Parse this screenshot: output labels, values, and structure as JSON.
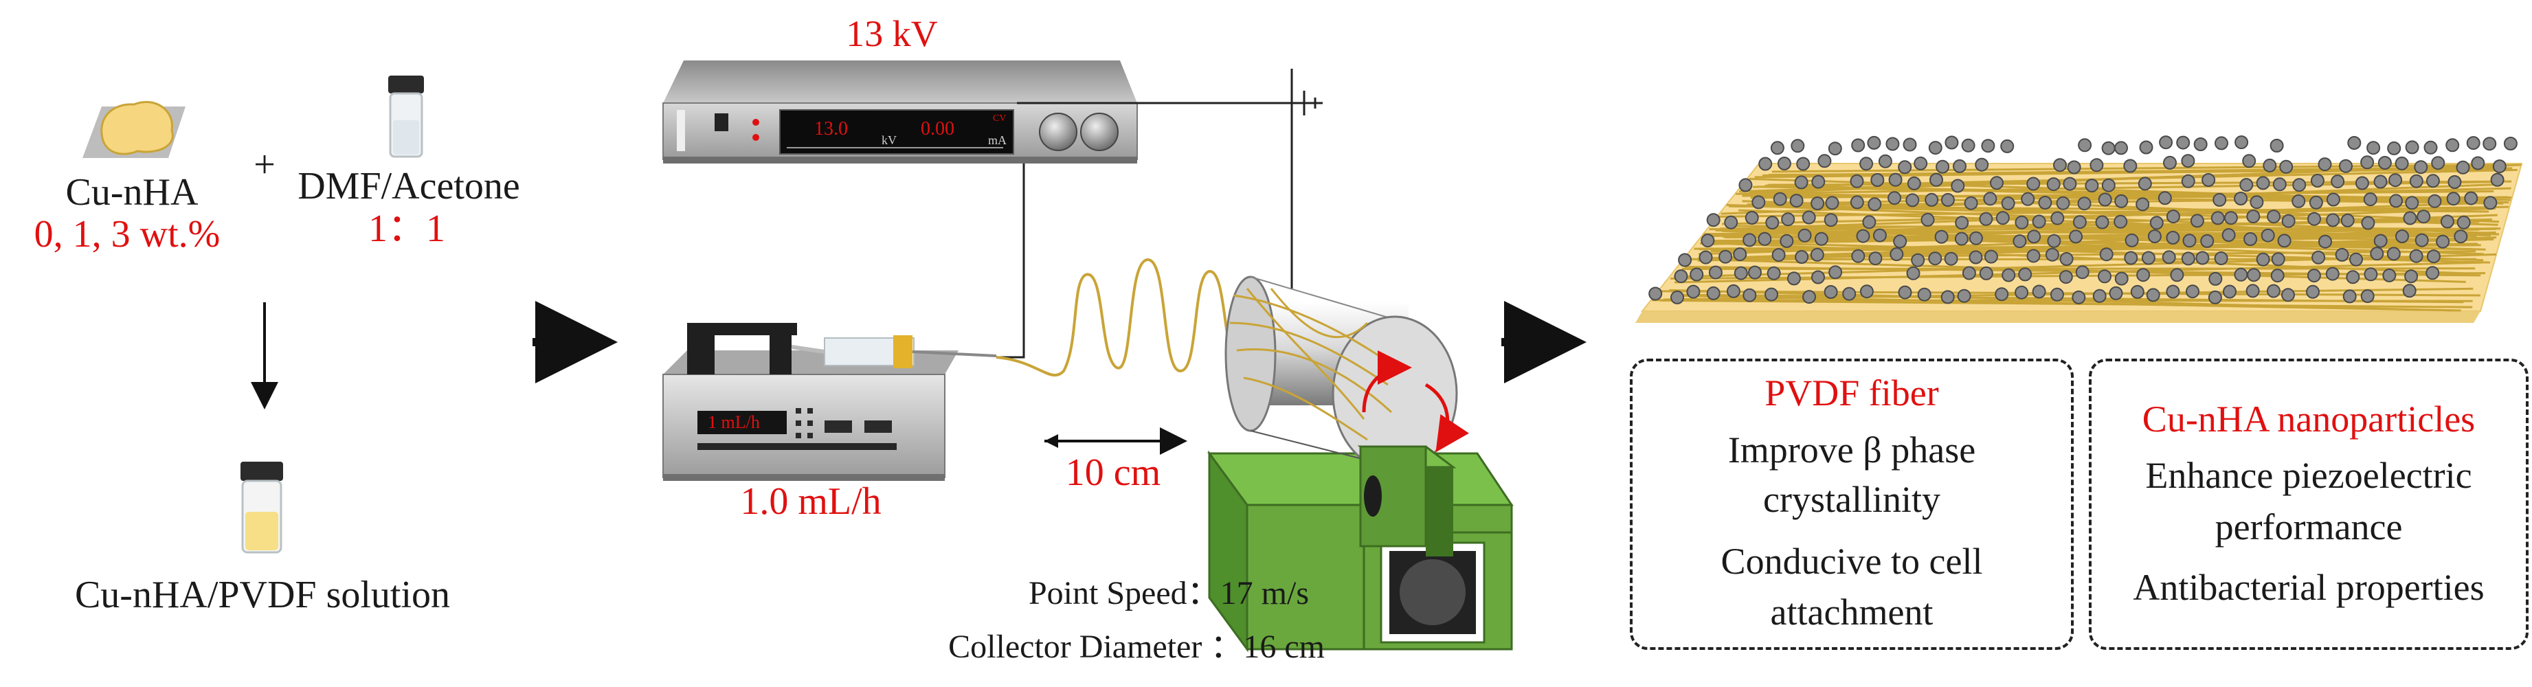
{
  "materials": {
    "cu_nha_label": "Cu-nHA",
    "cu_nha_concentrations": "0, 1, 3 wt.%",
    "plus_sign": "+",
    "solvent_label": "DMF/Acetone",
    "solvent_ratio": "1：1",
    "solution_label": "Cu-nHA/PVDF solution"
  },
  "power_supply": {
    "voltage_label": "13 kV",
    "display_kv": "13.0",
    "display_ma": "0.00",
    "unit_kv": "kV",
    "unit_ma": "mA",
    "mode_cv": "CV"
  },
  "syringe_pump": {
    "screen_text": "1 mL/h",
    "flow_rate_label": "1.0 mL/h"
  },
  "collector": {
    "distance_label": "10 cm",
    "speed_label": "Point Speed：17 m/s",
    "diameter_label": "Collector Diameter ：16 cm"
  },
  "results": {
    "pvdf_title": "PVDF fiber",
    "pvdf_line1": "Improve β phase",
    "pvdf_line2": "crystallinity",
    "pvdf_line3": "Conducive to cell",
    "pvdf_line4": "attachment",
    "nha_title": "Cu-nHA nanoparticles",
    "nha_line1": "Enhance piezoelectric",
    "nha_line2": "performance",
    "nha_line3": "Antibacterial properties"
  },
  "colors": {
    "accent_red": "#e01010",
    "fiber_gold": "#c9a437",
    "mat_base": "#f8dc96",
    "collector_green": "#6aa83e",
    "nanoparticle_gray": "#8c8c8c"
  }
}
